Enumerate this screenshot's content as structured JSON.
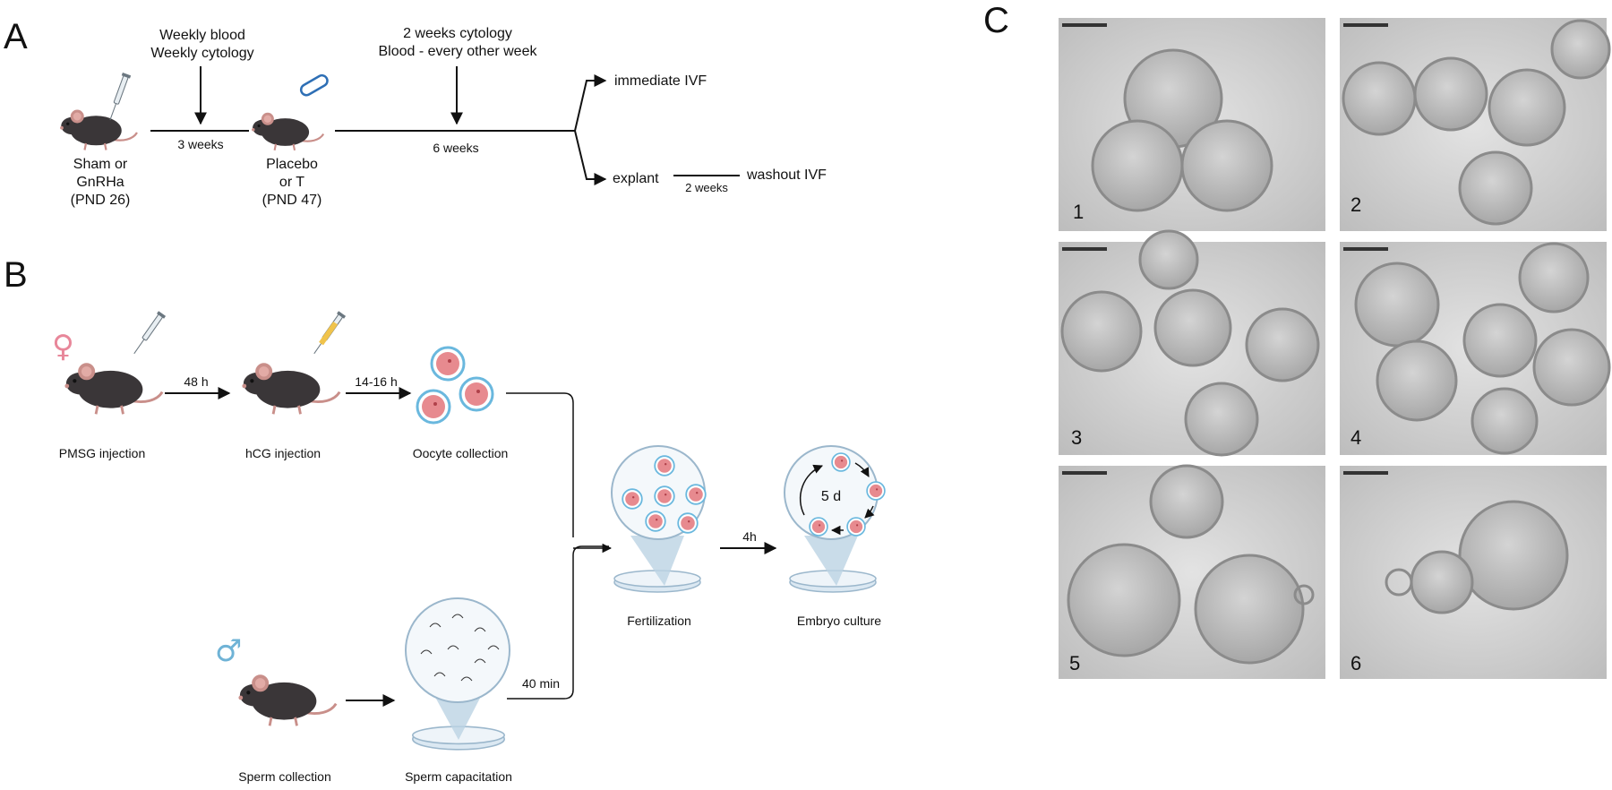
{
  "panels": {
    "a": "A",
    "b": "B",
    "c": "C"
  },
  "panel_a": {
    "mouse1_label": [
      "Sham or",
      "GnRHa",
      "(PND 26)"
    ],
    "mouse2_label": [
      "Placebo",
      "or T",
      "(PND 47)"
    ],
    "top_note_1": [
      "Weekly blood",
      "Weekly cytology"
    ],
    "top_note_2": [
      "2 weeks cytology",
      "Blood - every other week"
    ],
    "interval_1": "3 weeks",
    "interval_2": "6 weeks",
    "branch_top": "immediate IVF",
    "branch_bottom_left": "explant",
    "branch_bottom_right": "washout IVF",
    "branch_interval": "2 weeks"
  },
  "panel_b": {
    "step_pmsg": "PMSG injection",
    "step_hcg": "hCG injection",
    "step_oocyte": "Oocyte collection",
    "step_fert": "Fertilization",
    "step_embryo": "Embryo culture",
    "step_sperm": "Sperm collection",
    "step_capacitation": "Sperm capacitation",
    "t_48h": "48 h",
    "t_14_16h": "14-16 h",
    "t_4h": "4h",
    "t_40min": "40 min",
    "culture_days": "5 d",
    "female_symbol": "♀",
    "male_symbol": "♂",
    "colors": {
      "female": "#e8879a",
      "male": "#6fb3d6",
      "cell": "#e78a8f",
      "zona": "#6ab8de",
      "dish": "#c9dbea"
    }
  },
  "panel_c": {
    "images": [
      {
        "num": "1",
        "icon": "embryo-2cell-micrograph"
      },
      {
        "num": "2",
        "icon": "embryo-4cell-micrograph"
      },
      {
        "num": "3",
        "icon": "embryo-8cell-micrograph"
      },
      {
        "num": "4",
        "icon": "morula-micrograph"
      },
      {
        "num": "5",
        "icon": "blastocyst-micrograph"
      },
      {
        "num": "6",
        "icon": "hatching-blastocyst-micrograph"
      }
    ]
  }
}
